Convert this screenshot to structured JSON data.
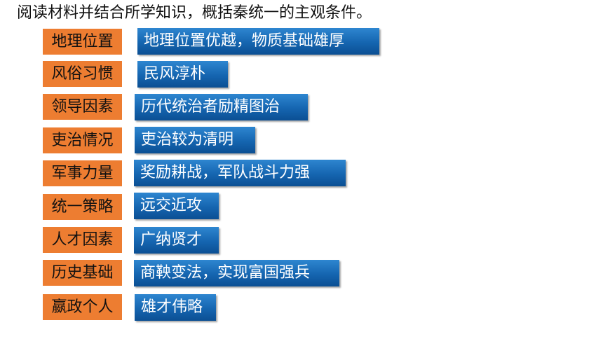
{
  "question": "阅读材料并结合所学知识，概括秦统一的主观条件。",
  "rows": [
    {
      "factor": "地理位置",
      "description": "地理位置优越，物质基础雄厚"
    },
    {
      "factor": "风俗习惯",
      "description": "民风淳朴"
    },
    {
      "factor": "领导因素",
      "description": "历代统治者励精图治"
    },
    {
      "factor": "吏治情况",
      "description": "吏治较为清明"
    },
    {
      "factor": "军事力量",
      "description": "奖励耕战，军队战斗力强"
    },
    {
      "factor": "统一策略",
      "description": "远交近攻"
    },
    {
      "factor": "人才因素",
      "description": "广纳贤才"
    },
    {
      "factor": "历史基础",
      "description": "商鞅变法，实现富国强兵"
    },
    {
      "factor": "嬴政个人",
      "description": "雄才伟略"
    }
  ],
  "colors": {
    "factor_box": "#ed7d31",
    "description_box": "#1565b0",
    "description_text": "#ffffff"
  }
}
